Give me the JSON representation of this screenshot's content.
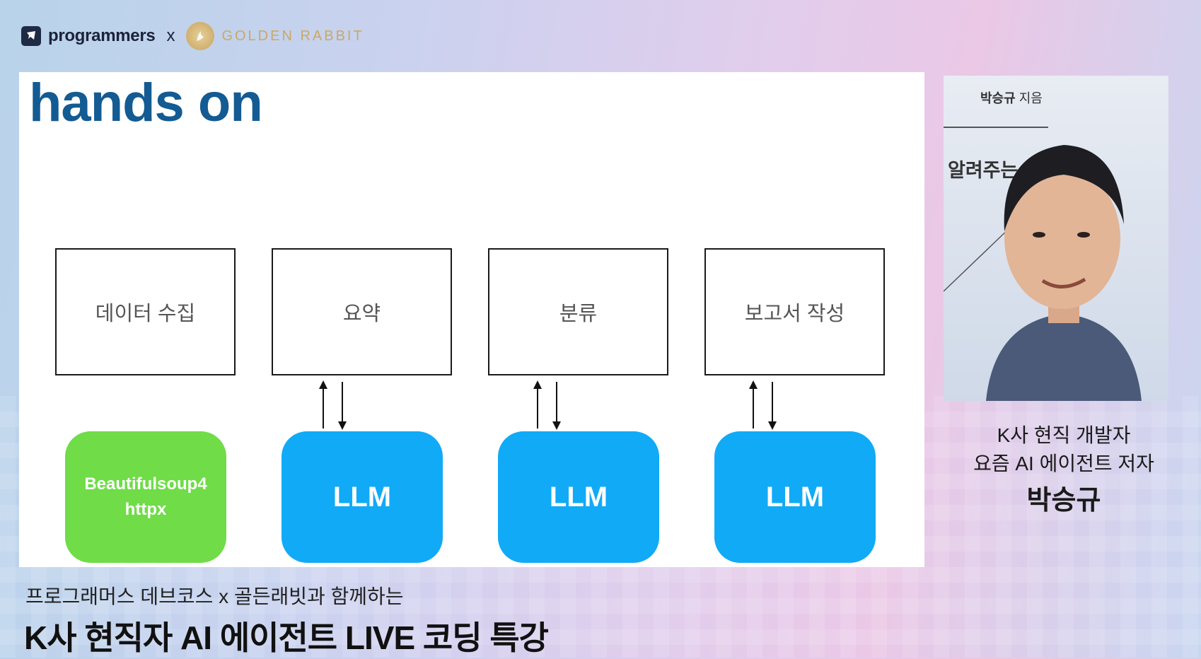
{
  "header": {
    "brand1": "programmers",
    "separator": "x",
    "brand2": "GOLDEN RABBIT"
  },
  "slide": {
    "title": "hands on",
    "boxes": [
      "데이터 수집",
      "요약",
      "분류",
      "보고서 작성"
    ],
    "tools": [
      {
        "line1": "Beautifulsoup4",
        "line2": "httpx"
      },
      {
        "label": "LLM"
      },
      {
        "label": "LLM"
      },
      {
        "label": "LLM"
      }
    ],
    "colors": {
      "title": "#135b92",
      "green": "#6fdc48",
      "blue": "#11aaf7"
    }
  },
  "speaker": {
    "book_author": "박승규",
    "book_author_suffix": "지음",
    "book_title_fragment": "알려주는",
    "role1": "K사 현직 개발자",
    "role2": "요즘 AI 에이전트 저자",
    "name": "박승규"
  },
  "footer": {
    "subtitle": "프로그래머스 데브코스 x 골든래빗과 함께하는",
    "title": "K사 현직자 AI 에이전트 LIVE 코딩 특강"
  }
}
